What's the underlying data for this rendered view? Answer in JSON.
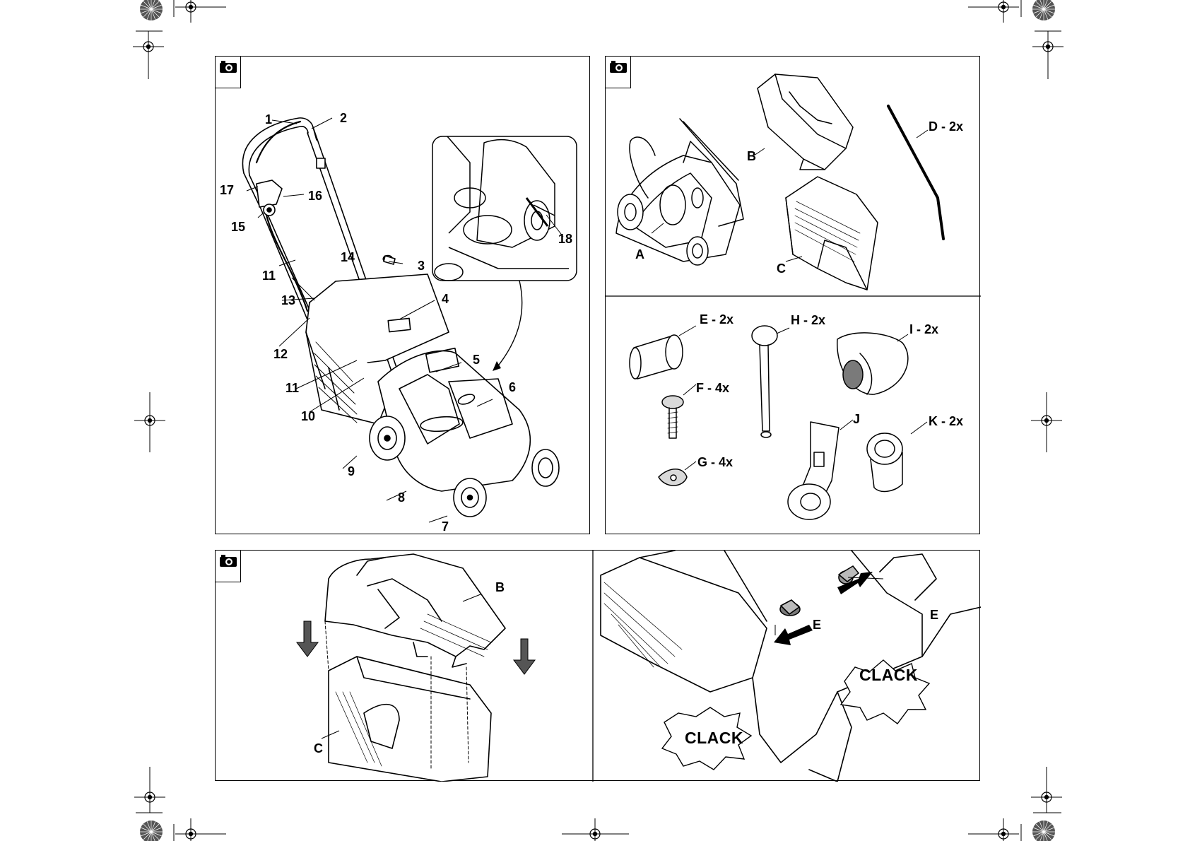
{
  "figure_overview": {
    "camera_icon": "camera-icon",
    "callouts": [
      "1",
      "2",
      "3",
      "4",
      "5",
      "6",
      "7",
      "8",
      "9",
      "10",
      "11",
      "11",
      "12",
      "13",
      "14",
      "15",
      "16",
      "17",
      "18"
    ]
  },
  "figure_parts": {
    "camera_icon": "camera-icon",
    "top_labels": [
      "A",
      "B",
      "C",
      "D - 2x"
    ],
    "bottom_labels": [
      "E - 2x",
      "F - 4x",
      "G - 4x",
      "H - 2x",
      "I - 2x",
      "J",
      "K - 2x"
    ]
  },
  "figure_assembly": {
    "camera_icon": "camera-icon",
    "left_labels": [
      "B",
      "C"
    ],
    "right_labels": [
      "E",
      "E"
    ],
    "clack": [
      "CLACK",
      "CLACK"
    ]
  },
  "colors": {
    "line": "#000000",
    "fill_light": "#ffffff",
    "fill_mid": "#d9d9d9",
    "fill_dark": "#7a7a7a"
  }
}
